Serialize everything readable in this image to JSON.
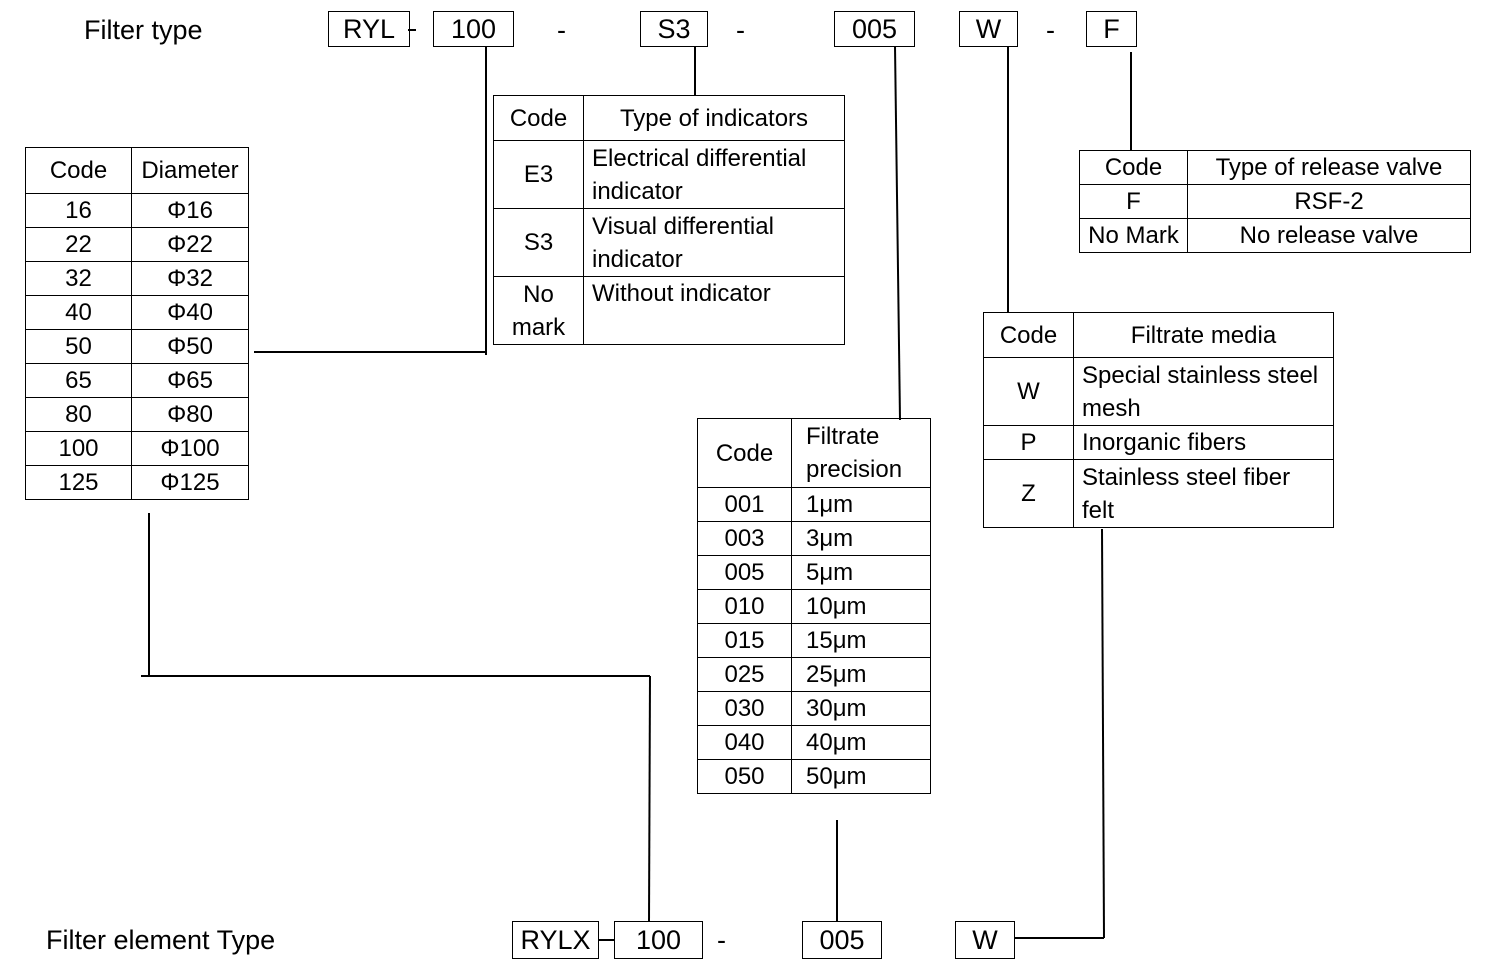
{
  "top": {
    "label": "Filter type",
    "codes": [
      "RYL",
      "100",
      "S3",
      "005",
      "W",
      "F"
    ],
    "separator": "-"
  },
  "bottom": {
    "label": "Filter element Type",
    "codes": [
      "RYLX",
      "100",
      "005",
      "W"
    ],
    "separator": "-"
  },
  "diameter_table": {
    "headers": [
      "Code",
      "Diameter"
    ],
    "rows": [
      [
        "16",
        "Φ16"
      ],
      [
        "22",
        "Φ22"
      ],
      [
        "32",
        "Φ32"
      ],
      [
        "40",
        "Φ40"
      ],
      [
        "50",
        "Φ50"
      ],
      [
        "65",
        "Φ65"
      ],
      [
        "80",
        "Φ80"
      ],
      [
        "100",
        "Φ100"
      ],
      [
        "125",
        "Φ125"
      ]
    ]
  },
  "indicator_table": {
    "headers": [
      "Code",
      "Type of indicators"
    ],
    "rows": [
      [
        "E3",
        "Electrical differential indicator"
      ],
      [
        "S3",
        "Visual differential indicator"
      ],
      [
        "No mark",
        "Without indicator"
      ]
    ]
  },
  "precision_table": {
    "headers": [
      "Code",
      "Filtrate precision"
    ],
    "rows": [
      [
        "001",
        "1μm"
      ],
      [
        "003",
        "3μm"
      ],
      [
        "005",
        "5μm"
      ],
      [
        "010",
        "10μm"
      ],
      [
        "015",
        "15μm"
      ],
      [
        "025",
        "25μm"
      ],
      [
        "030",
        "30μm"
      ],
      [
        "040",
        "40μm"
      ],
      [
        "050",
        "50μm"
      ]
    ]
  },
  "media_table": {
    "headers": [
      "Code",
      "Filtrate media"
    ],
    "rows": [
      [
        "W",
        "Special stainless steel mesh"
      ],
      [
        "P",
        "Inorganic fibers"
      ],
      [
        "Z",
        "Stainless steel fiber felt"
      ]
    ]
  },
  "valve_table": {
    "headers": [
      "Code",
      "Type of release valve"
    ],
    "rows": [
      [
        "F",
        "RSF-2"
      ],
      [
        "No Mark",
        "No release valve"
      ]
    ]
  }
}
